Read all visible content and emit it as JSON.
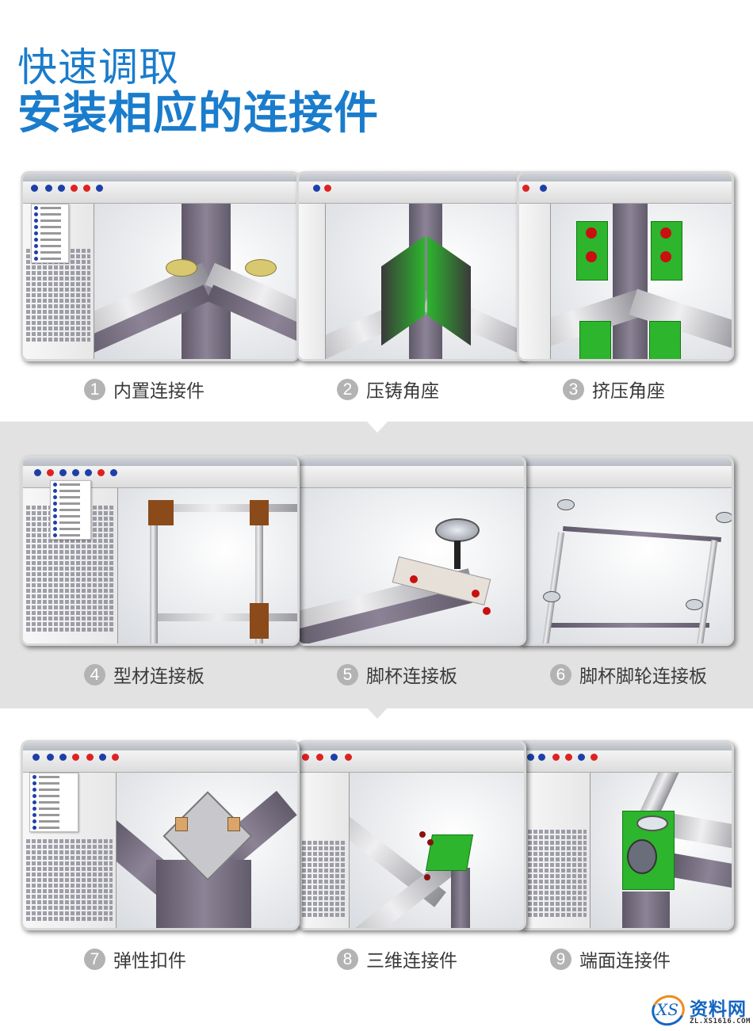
{
  "header": {
    "line1": "快速调取",
    "line2": "安装相应的连接件"
  },
  "colors": {
    "title_blue": "#1a7ccc",
    "band_gray": "#e2e2e2",
    "badge_gray": "#b3b3b3",
    "caption_text": "#3a3a3a",
    "connector_green": "#2db52d",
    "bolt_red": "#c81010",
    "plate_brown": "#8a4a1a",
    "tab_gold": "#d8c870"
  },
  "rows": [
    {
      "items": [
        {
          "number": "1",
          "label": "内置连接件",
          "icon": "built-in-connector-screenshot"
        },
        {
          "number": "2",
          "label": "压铸角座",
          "icon": "die-cast-corner-bracket-screenshot"
        },
        {
          "number": "3",
          "label": "挤压角座",
          "icon": "extruded-corner-bracket-screenshot"
        }
      ]
    },
    {
      "items": [
        {
          "number": "4",
          "label": "型材连接板",
          "icon": "profile-connecting-plate-screenshot"
        },
        {
          "number": "5",
          "label": "脚杯连接板",
          "icon": "leveling-foot-plate-screenshot"
        },
        {
          "number": "6",
          "label": "脚杯脚轮连接板",
          "icon": "foot-caster-plate-screenshot"
        }
      ]
    },
    {
      "items": [
        {
          "number": "7",
          "label": "弹性扣件",
          "icon": "elastic-fastener-screenshot"
        },
        {
          "number": "8",
          "label": "三维连接件",
          "icon": "3d-connector-screenshot"
        },
        {
          "number": "9",
          "label": "端面连接件",
          "icon": "end-face-connector-screenshot"
        }
      ]
    }
  ],
  "watermark": {
    "mark": "XS",
    "name": "资料网",
    "url": "ZL.XS1616.COM"
  }
}
